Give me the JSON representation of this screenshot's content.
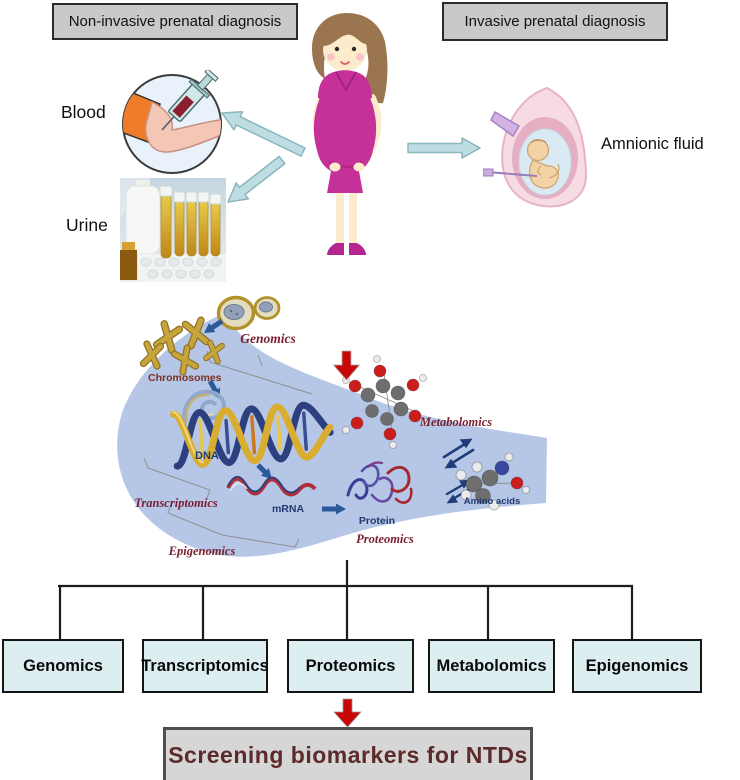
{
  "figure": {
    "top": {
      "noninvasive_label": "Non-invasive prenatal diagnosis",
      "invasive_label": "Invasive prenatal diagnosis"
    },
    "samples": {
      "blood_label": "Blood",
      "urine_label": "Urine",
      "amniotic_label": "Amnionic fluid"
    },
    "omics_diagram": {
      "genomics": "Genomics",
      "chromosomes": "Chromosomes",
      "dna": "DNA",
      "transcriptomics": "Transcriptomics",
      "mrna": "mRNA",
      "epigenomics": "Epigenomics",
      "protein": "Protein",
      "proteomics": "Proteomics",
      "metabolomics": "Metabolomics",
      "amino_acids": "Amino acids"
    },
    "tree": {
      "boxes": [
        "Genomics",
        "Transcriptomics",
        "Proteomics",
        "Metabolomics",
        "Epigenomics"
      ]
    },
    "conclusion": {
      "label": "Screening biomarkers for NTDs"
    },
    "colors": {
      "accent_red": "#c80808",
      "arrow_teal": "#bedde2",
      "header_box_gray": "#c9c9c9",
      "omics_box_blue": "#dceef0",
      "label_maroon": "#7a2030",
      "label_navy": "#1e3a6e",
      "swoosh_blue": "#b6c6e6",
      "conclusion_text": "#5c2a2a"
    }
  }
}
